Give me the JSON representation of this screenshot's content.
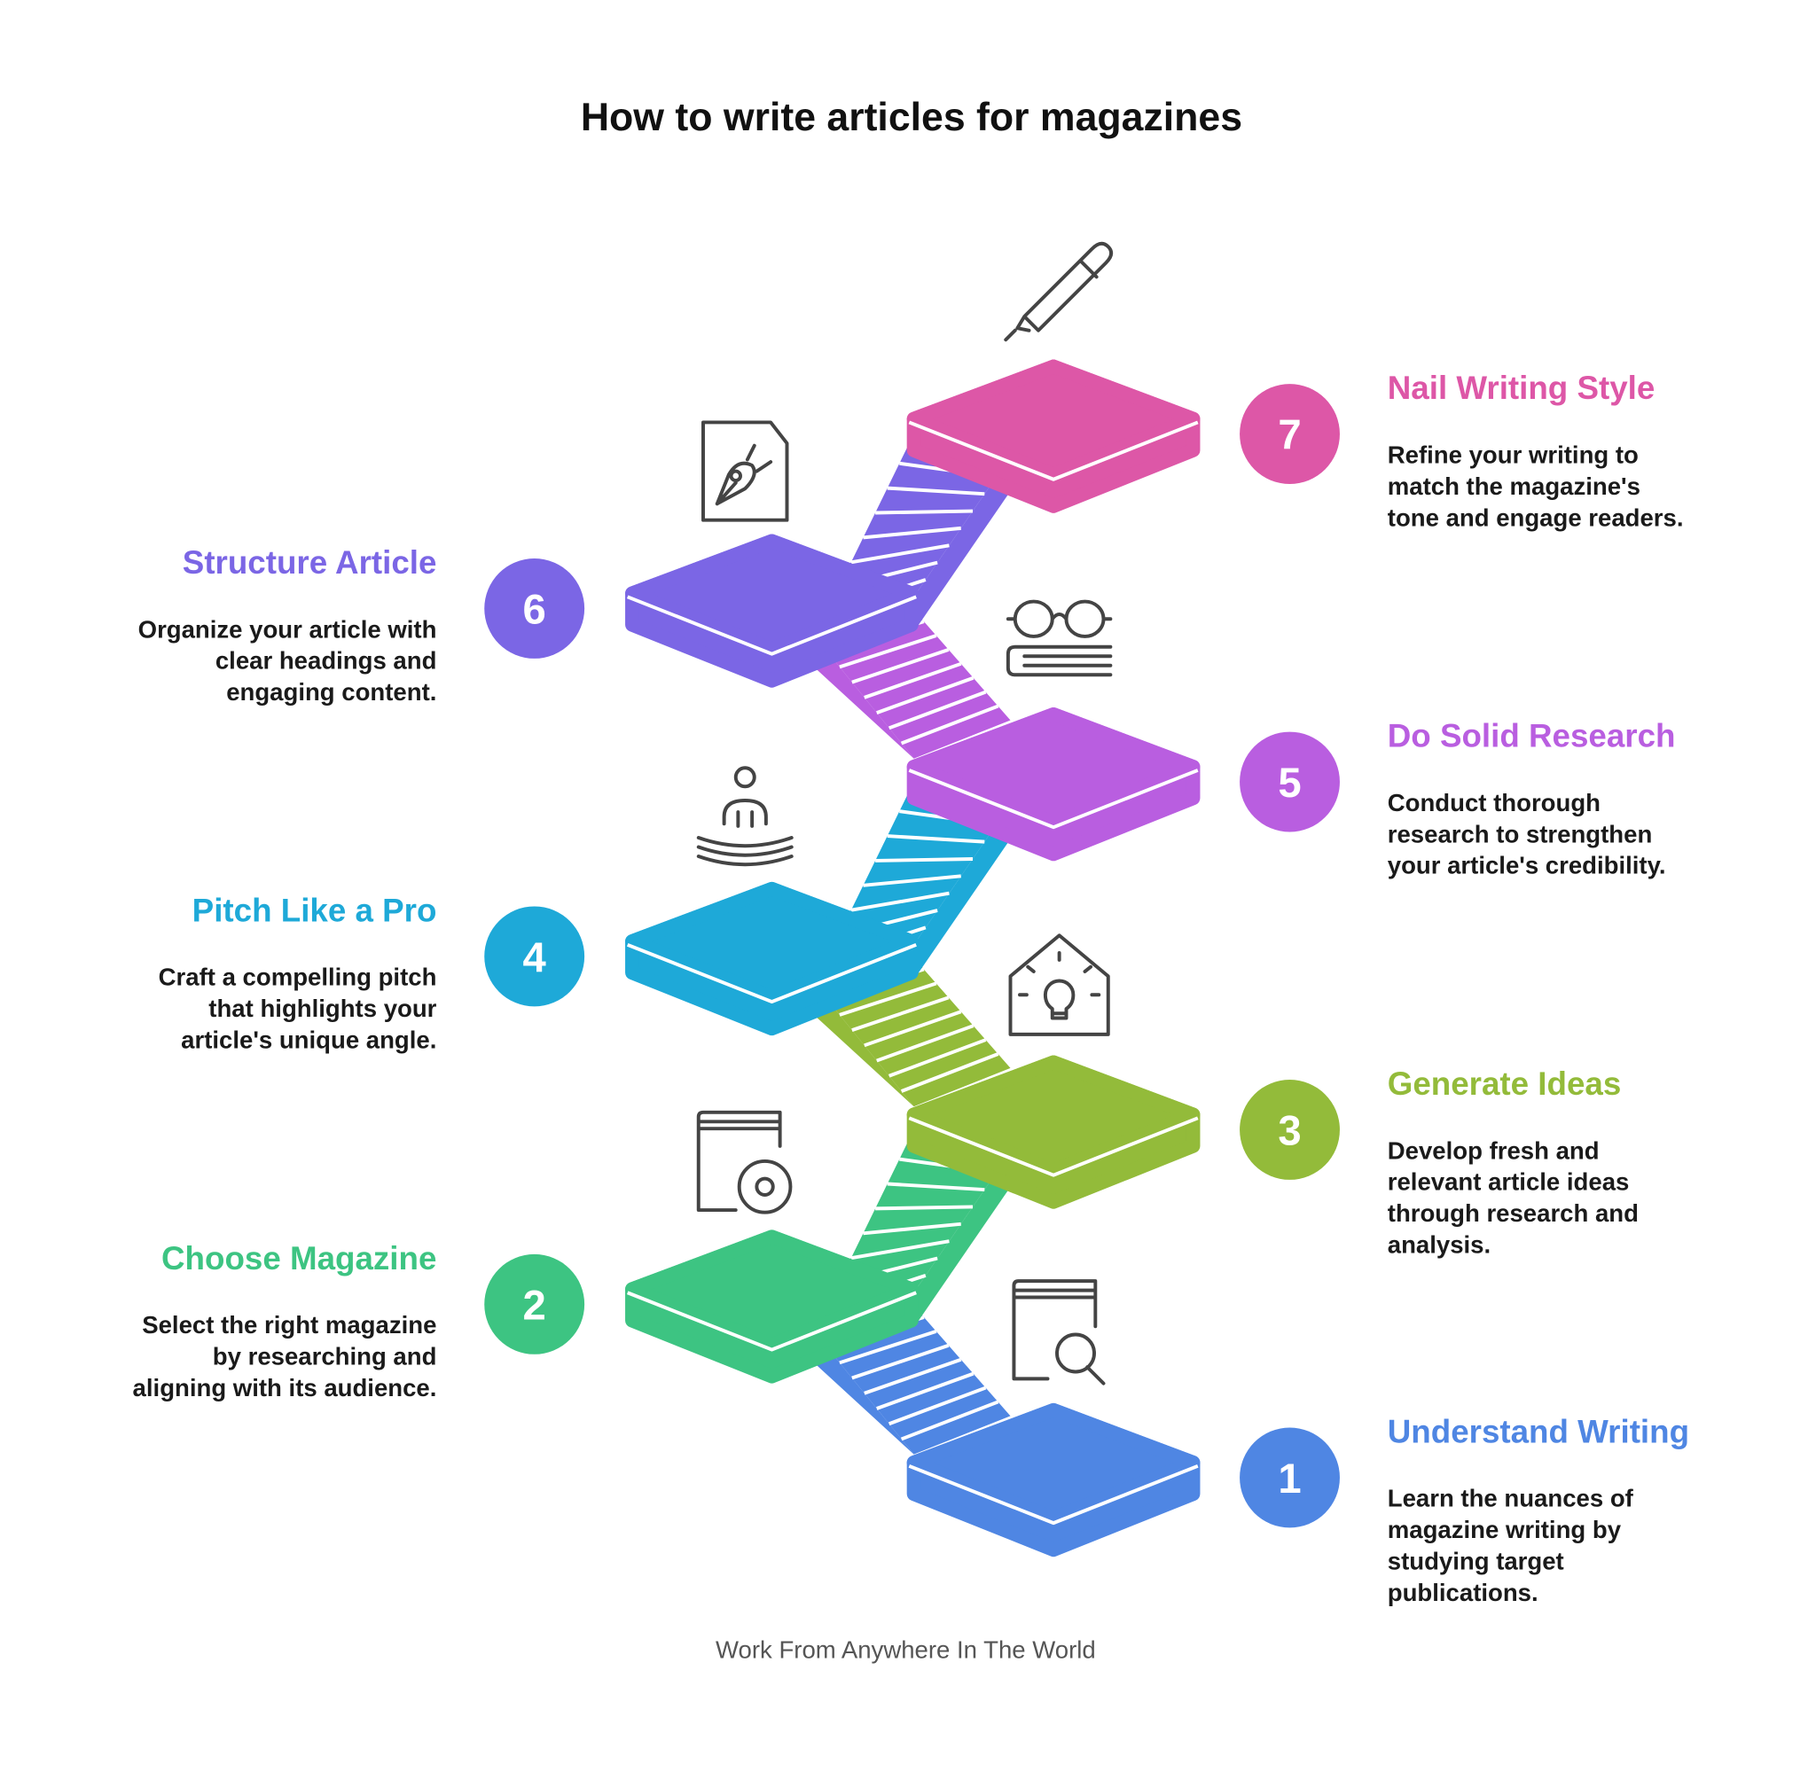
{
  "title": "How to write articles for magazines",
  "footer": "Work From Anywhere In The World",
  "steps": [
    {
      "number": "1",
      "title": "Understand Writing",
      "color": "#4F86E3",
      "side": "right",
      "icon": "book-magnifier-icon",
      "description": [
        "Learn the nuances of",
        "magazine writing by",
        "studying target",
        "publications."
      ]
    },
    {
      "number": "2",
      "title": "Choose Magazine",
      "color": "#3DC482",
      "side": "left",
      "icon": "book-disc-icon",
      "description": [
        "Select the right magazine",
        "by researching and",
        "aligning with its audience."
      ]
    },
    {
      "number": "3",
      "title": "Generate Ideas",
      "color": "#93BB3A",
      "side": "right",
      "icon": "house-lightbulb-icon",
      "description": [
        "Develop fresh and",
        "relevant article ideas",
        "through research and",
        "analysis."
      ]
    },
    {
      "number": "4",
      "title": "Pitch Like a Pro",
      "color": "#1EA9D8",
      "side": "left",
      "icon": "meditating-person-icon",
      "description": [
        "Craft a compelling pitch",
        "that highlights your",
        "article's unique angle."
      ]
    },
    {
      "number": "5",
      "title": "Do Solid Research",
      "color": "#B95EE0",
      "side": "right",
      "icon": "glasses-book-icon",
      "description": [
        "Conduct thorough",
        "research to strengthen",
        "your article's credibility."
      ]
    },
    {
      "number": "6",
      "title": "Structure Article",
      "color": "#7B66E5",
      "side": "left",
      "icon": "document-pen-icon",
      "description": [
        "Organize your article with",
        "clear headings and",
        "engaging content."
      ]
    },
    {
      "number": "7",
      "title": "Nail Writing Style",
      "color": "#DD57A7",
      "side": "right",
      "icon": "pen-icon",
      "description": [
        "Refine your writing to",
        "match the magazine's",
        "tone and engage readers."
      ]
    }
  ]
}
